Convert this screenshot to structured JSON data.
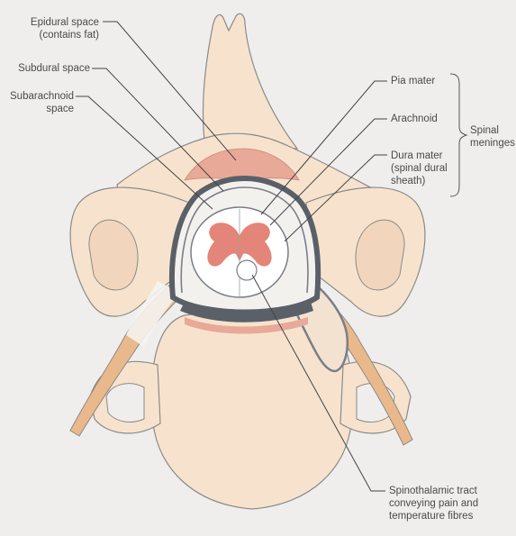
{
  "labels": {
    "epidural": "Epidural space\n(contains fat)",
    "subdural": "Subdural space",
    "subarachnoid": "Subarachnoid\nspace",
    "pia": "Pia mater",
    "arachnoid": "Arachnoid",
    "dura": "Dura mater\n(spinal dural\nsheath)",
    "meninges": "Spinal\nmeninges",
    "spinothalamic": "Spinothalamic tract\nconveying pain and\ntemperature fibres"
  },
  "colors": {
    "bone": "#f7e3cd",
    "bone_outline": "#8a8a8a",
    "fat": "#e8a999",
    "grey_matter": "#e38578",
    "dura": "#5a6068",
    "nerve": "#e9b98c",
    "background": "#efeeec"
  }
}
